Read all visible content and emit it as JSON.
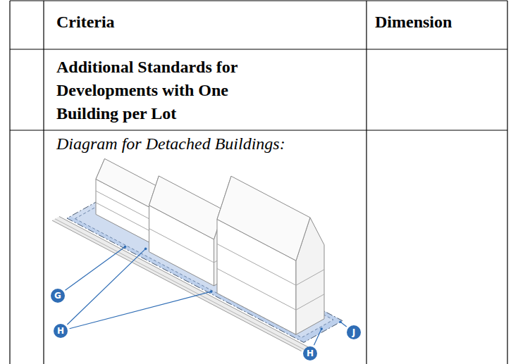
{
  "diagram": {
    "labels": [
      "Criteria",
      "Dimension",
      "Additional Standards for Developments with One Building per Lot",
      "Diagram for Detached Buildings:",
      "G",
      "H",
      "H",
      "J"
    ]
  }
}
